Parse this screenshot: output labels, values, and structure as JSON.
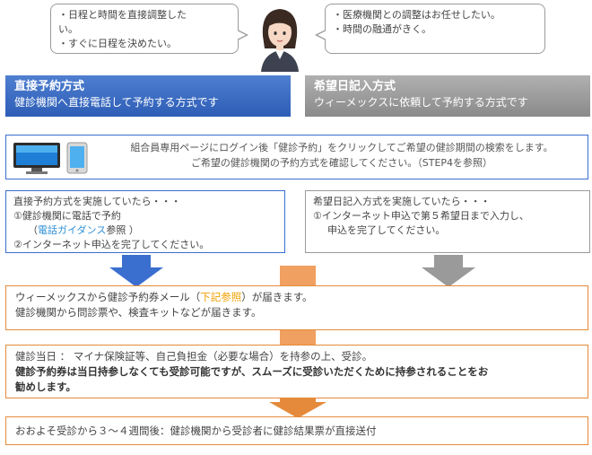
{
  "bubbles": {
    "left": [
      "・日程と時間を直接調整した",
      "い。",
      "・すぐに日程を決めたい。"
    ],
    "right": [
      "・医療機関との調整はお任せしたい。",
      "・時間の融通がきく。"
    ]
  },
  "methods": {
    "direct": {
      "title": "直接予約方式",
      "sub": "健診機関へ直接電話して予約する方式です"
    },
    "wish": {
      "title": "希望日記入方式",
      "sub": "ウィーメックスに依頼して予約する方式です"
    }
  },
  "login": {
    "line1": "組合員専用ページにログイン後「健診予約」をクリックしてご希望の健診期間の検索をします。",
    "line2": "ご希望の健診機関の予約方式を確認してください。（STEP4を参照）"
  },
  "direct_branch": {
    "l1": "直接予約方式を実施していたら・・・",
    "l2": "①健診機関に電話で予約",
    "l3_pre": "（",
    "l3_link": "電話ガイダンス",
    "l3_post": "参照 ）",
    "l4": "②インターネット申込を完了してください。"
  },
  "wish_branch": {
    "l1": "希望日記入方式を実施していたら・・・",
    "l2": "①インターネット申込で第５希望日まで入力し、",
    "l3": "申込を完了してください。"
  },
  "step_mail": {
    "l1_pre": "ウィーメックスから健診予約券メール（",
    "l1_link": "下記参照",
    "l1_post": "）が届きます。",
    "l2": "健診機関から問診票や、検査キットなどが届きます。"
  },
  "step_day": {
    "l1": "健診当日 ： マイナ保険証等、自己負担金（必要な場合）を持参の上、受診。",
    "l2": "健診予約券は当日持参しなくても受診可能ですが、スムーズに受診いただくために持参されることをお",
    "l3": "勧めします。"
  },
  "step_result": {
    "l1": "おおよそ受診から３～４週間後：健診機関から受診者に健診結果票が直接送付"
  },
  "colors": {
    "blue": "#3a6fd0",
    "gray": "#9a9a9a",
    "orange": "#e58a3a",
    "link_blue": "#2e8fd6",
    "link_orange": "#f0a000"
  },
  "icons": [
    "monitor-icon",
    "smartphone-icon",
    "woman-avatar-icon",
    "down-arrow-icon"
  ]
}
